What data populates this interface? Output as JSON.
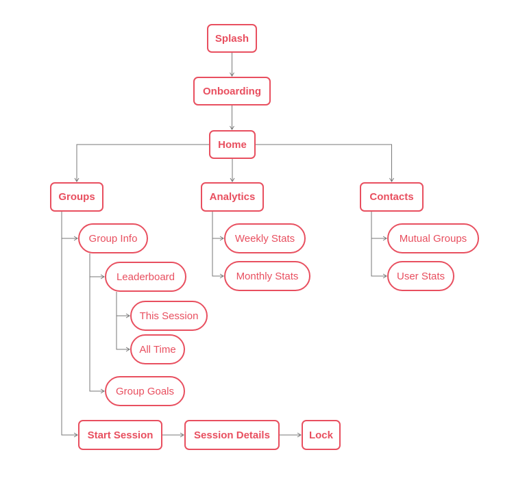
{
  "diagram": {
    "stroke_color": "#777777",
    "node_color": "#E84F5F",
    "nodes": {
      "splash": "Splash",
      "onboarding": "Onboarding",
      "home": "Home",
      "groups": "Groups",
      "analytics": "Analytics",
      "contacts": "Contacts",
      "group_info": "Group Info",
      "leaderboard": "Leaderboard",
      "this_session": "This Session",
      "all_time": "All Time",
      "group_goals": "Group Goals",
      "start_session": "Start Session",
      "session_details": "Session Details",
      "lock": "Lock",
      "weekly_stats": "Weekly Stats",
      "monthly_stats": "Monthly Stats",
      "mutual_groups": "Mutual Groups",
      "user_stats": "User Stats"
    },
    "edges": [
      [
        "splash",
        "onboarding"
      ],
      [
        "onboarding",
        "home"
      ],
      [
        "home",
        "groups"
      ],
      [
        "home",
        "analytics"
      ],
      [
        "home",
        "contacts"
      ],
      [
        "groups",
        "group_info"
      ],
      [
        "groups",
        "start_session"
      ],
      [
        "group_info",
        "leaderboard"
      ],
      [
        "group_info",
        "group_goals"
      ],
      [
        "leaderboard",
        "this_session"
      ],
      [
        "leaderboard",
        "all_time"
      ],
      [
        "start_session",
        "session_details"
      ],
      [
        "session_details",
        "lock"
      ],
      [
        "analytics",
        "weekly_stats"
      ],
      [
        "analytics",
        "monthly_stats"
      ],
      [
        "contacts",
        "mutual_groups"
      ],
      [
        "contacts",
        "user_stats"
      ]
    ]
  }
}
